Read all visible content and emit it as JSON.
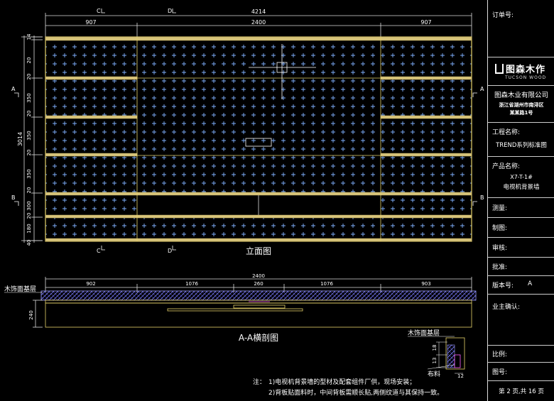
{
  "elevation": {
    "overall_width": "4214",
    "left_width": "907",
    "center_width": "2400",
    "right_width": "907",
    "overall_height": "3014",
    "row_heights": [
      "14",
      "20",
      "20",
      "350",
      "20",
      "350",
      "20",
      "350",
      "20",
      "300",
      "20",
      "180",
      "40"
    ],
    "section_marks": [
      "C",
      "D",
      "C",
      "D",
      "A",
      "A",
      "B",
      "B"
    ],
    "title": "立面图"
  },
  "section": {
    "title": "A-A横剖图",
    "overall_width": "2400",
    "segments": [
      "902",
      "1076",
      "260",
      "1076",
      "903"
    ],
    "height_label": "240",
    "callout_top_left": "木饰面基层",
    "callout_detail_top": "木饰面基层",
    "callout_detail_bottom": "布料",
    "detail_dims": [
      "13",
      "18",
      "12"
    ]
  },
  "notes": {
    "prefix": "注：",
    "line1": "1)电视机背景墙的型材及配套组件厂供，现场安装；",
    "line2": "2)背板贴面料时，中间背板需顺长贴,两侧纹道与其保持一致。"
  },
  "title_block": {
    "order_no_label": "订单号:",
    "logo_text": "图森木作",
    "logo_sub": "TUCSON WOOD",
    "company": "图森木业有限公司",
    "address_line1": "浙江省湖州市南浔区",
    "address_line2": "某某路1号",
    "project_label": "工程名称:",
    "project_value": "TREND系列标准图",
    "product_label": "产品名称:",
    "product_code": "X7-T-1#",
    "product_value": "电视机背景墙",
    "measure_label": "测量:",
    "draw_label": "制图:",
    "review_label": "审核:",
    "approve_label": "批准:",
    "version_label": "版本号:",
    "version_value": "A",
    "owner_confirm_label": "业主确认:",
    "scale_label": "比例:",
    "drawing_no_label": "图号:",
    "page_text": "第 2 页,共 16 页"
  }
}
